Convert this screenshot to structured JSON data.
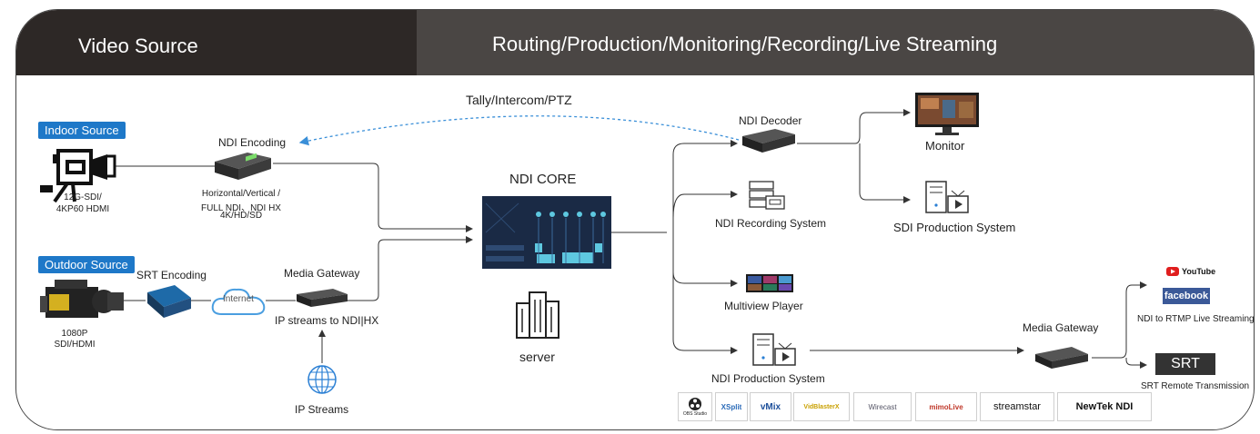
{
  "header": {
    "left_title": "Video Source",
    "right_title": "Routing/Production/Monitoring/Recording/Live Streaming"
  },
  "feedback_label": "Tally/Intercom/PTZ",
  "indoor": {
    "badge": "Indoor Source",
    "camera_spec_line1": "12G-SDI/",
    "camera_spec_line2": "4KP60 HDMI",
    "encoder_label": "NDI Encoding",
    "encoder_spec_line1": "Horizontal/Vertical /",
    "encoder_spec_line2": "FULL NDI、NDI HX",
    "encoder_spec_line3": "4K/HD/SD"
  },
  "outdoor": {
    "badge": "Outdoor Source",
    "camera_spec_line1": "1080P",
    "camera_spec_line2": "SDI/HDMI",
    "encoder_label": "SRT Encoding",
    "cloud_label": "Internet",
    "gateway_label": "Media Gateway",
    "gateway_sub": "IP streams to NDI|HX",
    "ip_streams_label": "IP Streams"
  },
  "core": {
    "title": "NDI CORE",
    "server_label": "server"
  },
  "outputs": {
    "decoder_label": "NDI Decoder",
    "monitor_label": "Monitor",
    "sdi_production_label": "SDI Production System",
    "recording_label": "NDI Recording System",
    "multiview_label": "Multiview Player",
    "production_label": "NDI Production System",
    "gateway2_label": "Media Gateway",
    "rtmp_label": "NDI to RTMP Live Streaming",
    "youtube_label": "YouTube",
    "facebook_label": "facebook",
    "srt_badge": "SRT",
    "srt_label": "SRT Remote Transmission"
  },
  "software_logos": [
    {
      "name": "OBS Studio"
    },
    {
      "name": "XSplit"
    },
    {
      "name": "vMix"
    },
    {
      "name": "VidBlasterX"
    },
    {
      "name": "Wirecast"
    },
    {
      "name": "mimoLive"
    },
    {
      "name": "streamstar"
    },
    {
      "name": "NewTek NDI"
    }
  ],
  "colors": {
    "header_left": "#2d2826",
    "header_right": "#4a4644",
    "badge_blue": "#1e78c8",
    "dashed_arrow": "#3a8fd8",
    "core_panel": "#1a2a45",
    "core_accent": "#5ec8e0"
  }
}
